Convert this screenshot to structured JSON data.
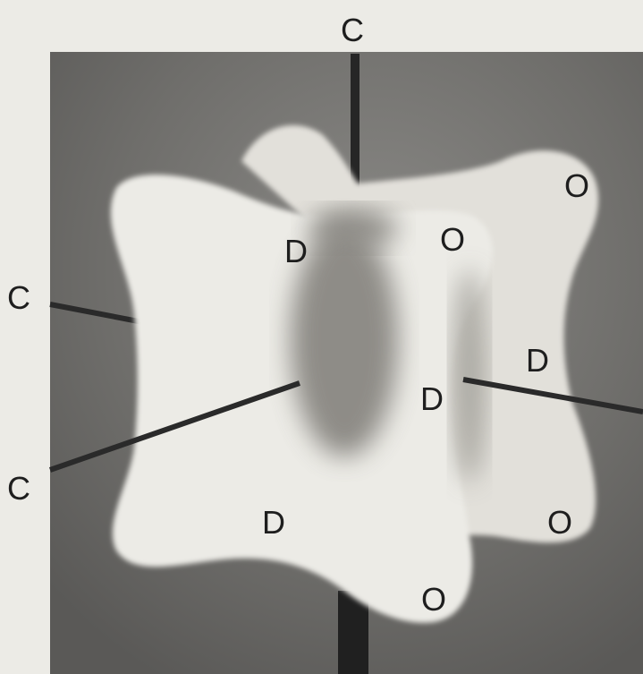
{
  "labels": {
    "outer_top": "C",
    "outer_left_upper": "C",
    "outer_left_lower": "C",
    "front_upper_left": "D",
    "front_upper_right": "O",
    "front_center_right": "D",
    "front_lower_left": "D",
    "front_bottom": "O",
    "back_upper_right": "O",
    "back_mid_right": "D",
    "back_lower_right": "O"
  }
}
